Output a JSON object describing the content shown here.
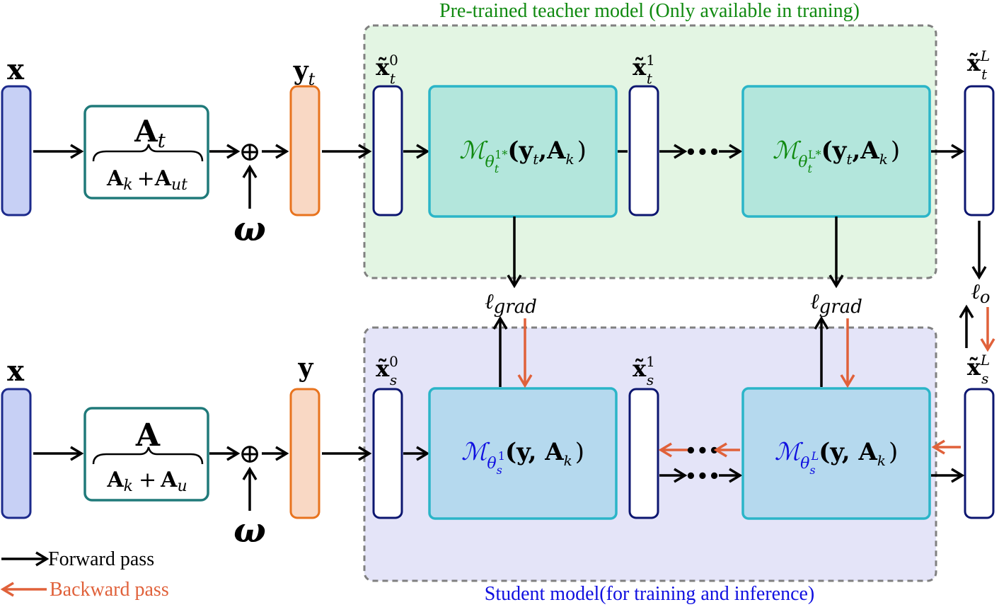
{
  "labels": {
    "teacher_title": "Pre-trained teacher model (Only available in traning)",
    "student_title": "Student model(for training and inference)",
    "legend_forward": "Forward pass",
    "legend_backward": "Backward pass"
  },
  "teacher": {
    "input": "x",
    "operator_top": "A",
    "operator_top_sub": "t",
    "operator_bottom": "A",
    "operator_bottom_sub1": "k",
    "operator_plus": "+",
    "operator_bottom2": "A",
    "operator_bottom_sub2": "ut",
    "noise": "ω",
    "oplus": "⊕",
    "measurement": "y",
    "measurement_sub": "t",
    "state0": "x̃",
    "state0_sup": "0",
    "state0_sub": "t",
    "state1": "x̃",
    "state1_sup": "1",
    "state1_sub": "t",
    "stateL": "x̃",
    "stateL_sup": "L",
    "stateL_sub": "t",
    "block1_text": "ℳ",
    "block1_sub": "θ",
    "block1_subsub": "t",
    "block1_subsup": "1*",
    "block1_args": "(y",
    "block1_args_sub": "t",
    "block1_args2": ",A",
    "block1_args2_sub": "k",
    "block1_close": ")",
    "blockL_text": "ℳ",
    "blockL_sub": "θ",
    "blockL_subsub": "t",
    "blockL_subsup": "L*",
    "blockL_args": "(y",
    "blockL_args_sub": "t",
    "blockL_args2": ",A",
    "blockL_args2_sub": "k",
    "blockL_close": ")",
    "dots": "•••"
  },
  "student": {
    "input": "x",
    "operator_top": "A",
    "operator_bottom": "A",
    "operator_bottom_sub1": "k",
    "operator_plus": "+",
    "operator_bottom2": "A",
    "operator_bottom_sub2": "u",
    "noise": "ω",
    "oplus": "⊕",
    "measurement": "y",
    "state0": "x̃",
    "state0_sup": "0",
    "state0_sub": "s",
    "state1": "x̃",
    "state1_sup": "1",
    "state1_sub": "s",
    "stateL": "x̃",
    "stateL_sup": "L",
    "stateL_sub": "s",
    "block1_text": "ℳ",
    "block1_sub": "θ",
    "block1_subsub": "s",
    "block1_subsup": "1",
    "block1_args": "(y, A",
    "block1_args_sub": "k",
    "block1_close": ")",
    "blockL_text": "ℳ",
    "blockL_sub": "θ",
    "blockL_subsub": "s",
    "blockL_subsup": "L",
    "blockL_args": "(y, A",
    "blockL_args_sub": "k",
    "blockL_close": ")",
    "dots": "•••"
  },
  "losses": {
    "grad": "ℓ",
    "grad_sub": "grad",
    "output": "ℓ",
    "output_sub": "o"
  },
  "colors": {
    "teacher_bg": "#e3f5e3",
    "student_bg": "#e4e4f8",
    "dashed_border": "#808080",
    "input_fill": "#c7d0f5",
    "input_stroke": "#1c2a8c",
    "operator_stroke": "#207a7a",
    "measure_fill": "#f9d8c4",
    "measure_stroke": "#e8731e",
    "teacher_block_fill": "#b3e6dc",
    "student_block_fill": "#b5d9ee",
    "block_stroke": "#2bb5c8",
    "state_stroke": "#0c1670",
    "teacher_text": "#108a10",
    "student_text": "#1010e0",
    "backward": "#e0613a"
  }
}
